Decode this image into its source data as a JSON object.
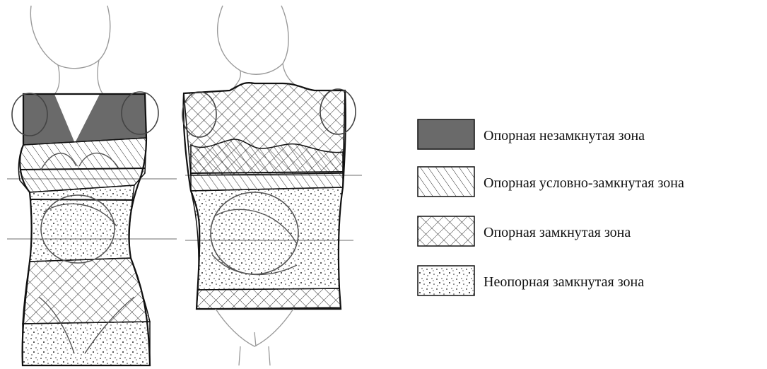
{
  "legend": {
    "items": [
      {
        "id": "support-open",
        "label": "Опорная незамкнутая зона",
        "pattern": "solid-dark",
        "color": "#6a6a6a"
      },
      {
        "id": "support-conditional",
        "label": "Опорная условно-замкнутая зона",
        "pattern": "diagonal-hatch",
        "color": "#222222"
      },
      {
        "id": "support-closed",
        "label": "Опорная замкнутая зона",
        "pattern": "cross-hatch",
        "color": "#222222"
      },
      {
        "id": "non-support-closed",
        "label": "Неопорная замкнутая зона",
        "pattern": "dots",
        "color": "#222222"
      }
    ]
  }
}
